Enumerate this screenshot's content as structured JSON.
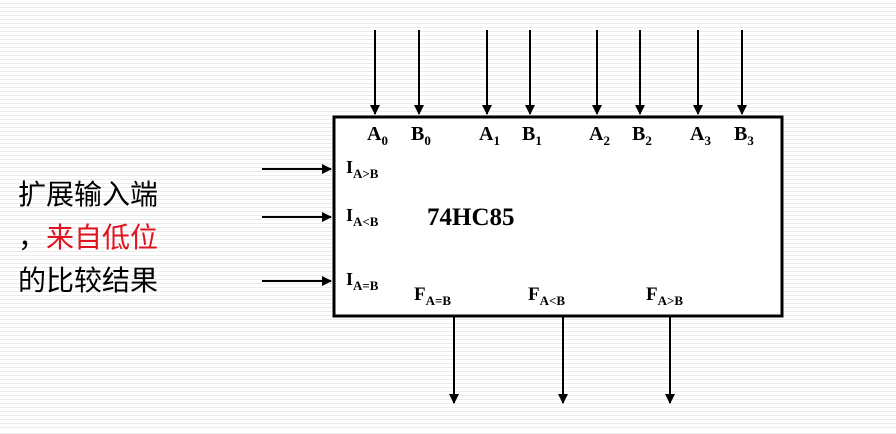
{
  "chip": {
    "name": "74HC85",
    "top_inputs": [
      {
        "letter": "A",
        "index": "0"
      },
      {
        "letter": "B",
        "index": "0"
      },
      {
        "letter": "A",
        "index": "1"
      },
      {
        "letter": "B",
        "index": "1"
      },
      {
        "letter": "A",
        "index": "2"
      },
      {
        "letter": "B",
        "index": "2"
      },
      {
        "letter": "A",
        "index": "3"
      },
      {
        "letter": "B",
        "index": "3"
      }
    ],
    "cascade_inputs": [
      {
        "letter": "I",
        "sub": "A>B"
      },
      {
        "letter": "I",
        "sub": "A<B"
      },
      {
        "letter": "I",
        "sub": "A=B"
      }
    ],
    "outputs": [
      {
        "letter": "F",
        "sub": "A=B"
      },
      {
        "letter": "F",
        "sub": "A<B"
      },
      {
        "letter": "F",
        "sub": "A>B"
      }
    ]
  },
  "description": {
    "line1": "扩展输入端",
    "line2_prefix": "，",
    "line2_highlight": "来自低位",
    "line3": "的比较结果"
  },
  "colors": {
    "line": "#000000",
    "highlight": "#e0141e",
    "stripe": "#ebebeb"
  }
}
